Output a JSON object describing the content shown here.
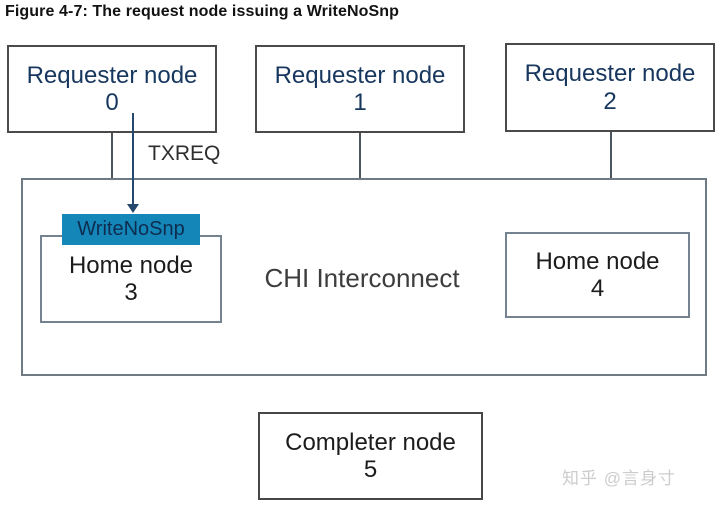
{
  "figure": {
    "title": "Figure 4-7: The request node issuing a WriteNoSnp"
  },
  "diagram": {
    "requester_nodes": [
      {
        "label": "Requester node",
        "number": "0"
      },
      {
        "label": "Requester node",
        "number": "1"
      },
      {
        "label": "Requester node",
        "number": "2"
      }
    ],
    "txreq_label": "TXREQ",
    "write_no_snp_label": "WriteNoSnp",
    "interconnect_label": "CHI Interconnect",
    "home_nodes": [
      {
        "label": "Home node",
        "number": "3"
      },
      {
        "label": "Home node",
        "number": "4"
      }
    ],
    "completer_node": {
      "label": "Completer node",
      "number": "5"
    },
    "colors": {
      "requester_text": "#17375e",
      "write_no_snp_bg": "#1487b8",
      "write_no_snp_text": "#0e2c50",
      "arrow": "#24486e"
    }
  },
  "watermark": {
    "text": "知乎 @言身寸"
  }
}
